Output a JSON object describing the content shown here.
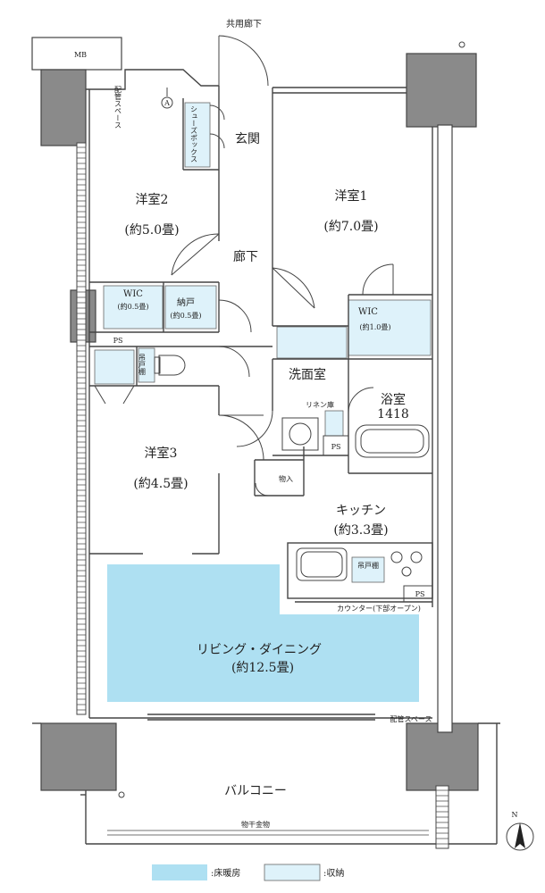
{
  "labels": {
    "corridor_shared": "共用廊下",
    "mb": "MB",
    "pipe_space_top": "配管スペース",
    "marker_a": "A",
    "shoe_box": "シューズボックス",
    "entrance": "玄関",
    "room1_name": "洋室1",
    "room1_size": "(約7.0畳)",
    "room2_name": "洋室2",
    "room2_size": "(約5.0畳)",
    "hallway": "廊下",
    "wic_small": "WIC",
    "wic_small_size": "(約0.5畳)",
    "storage_name": "納戸",
    "storage_size": "(約0.5畳)",
    "wic_large": "WIC",
    "wic_large_size": "(約1.0畳)",
    "ps_left": "PS",
    "hanging_shelf_toilet": "吊戸棚",
    "washroom": "洗面室",
    "linen": "リネン庫",
    "bath_name": "浴室",
    "bath_size": "1418",
    "ps_mid": "PS",
    "storage_small": "物入",
    "room3_name": "洋室3",
    "room3_size": "(約4.5畳)",
    "kitchen_name": "キッチン",
    "kitchen_size": "(約3.3畳)",
    "hanging_shelf_kitchen": "吊戸棚",
    "ps_kitchen": "PS",
    "counter": "カウンター(下部オープン)",
    "living_name": "リビング・ダイニング",
    "living_size": "(約12.5畳)",
    "pipe_space_bottom": "配管スペース",
    "balcony": "バルコニー",
    "drying_hardware": "物干金物",
    "north": "N"
  },
  "legend": {
    "heating_label": ":床暖房",
    "storage_label": ":収納"
  },
  "colors": {
    "floor_heating": "#aee0f2",
    "storage": "#def2fa",
    "wall": "#444444",
    "column": "#8a8a8a"
  }
}
